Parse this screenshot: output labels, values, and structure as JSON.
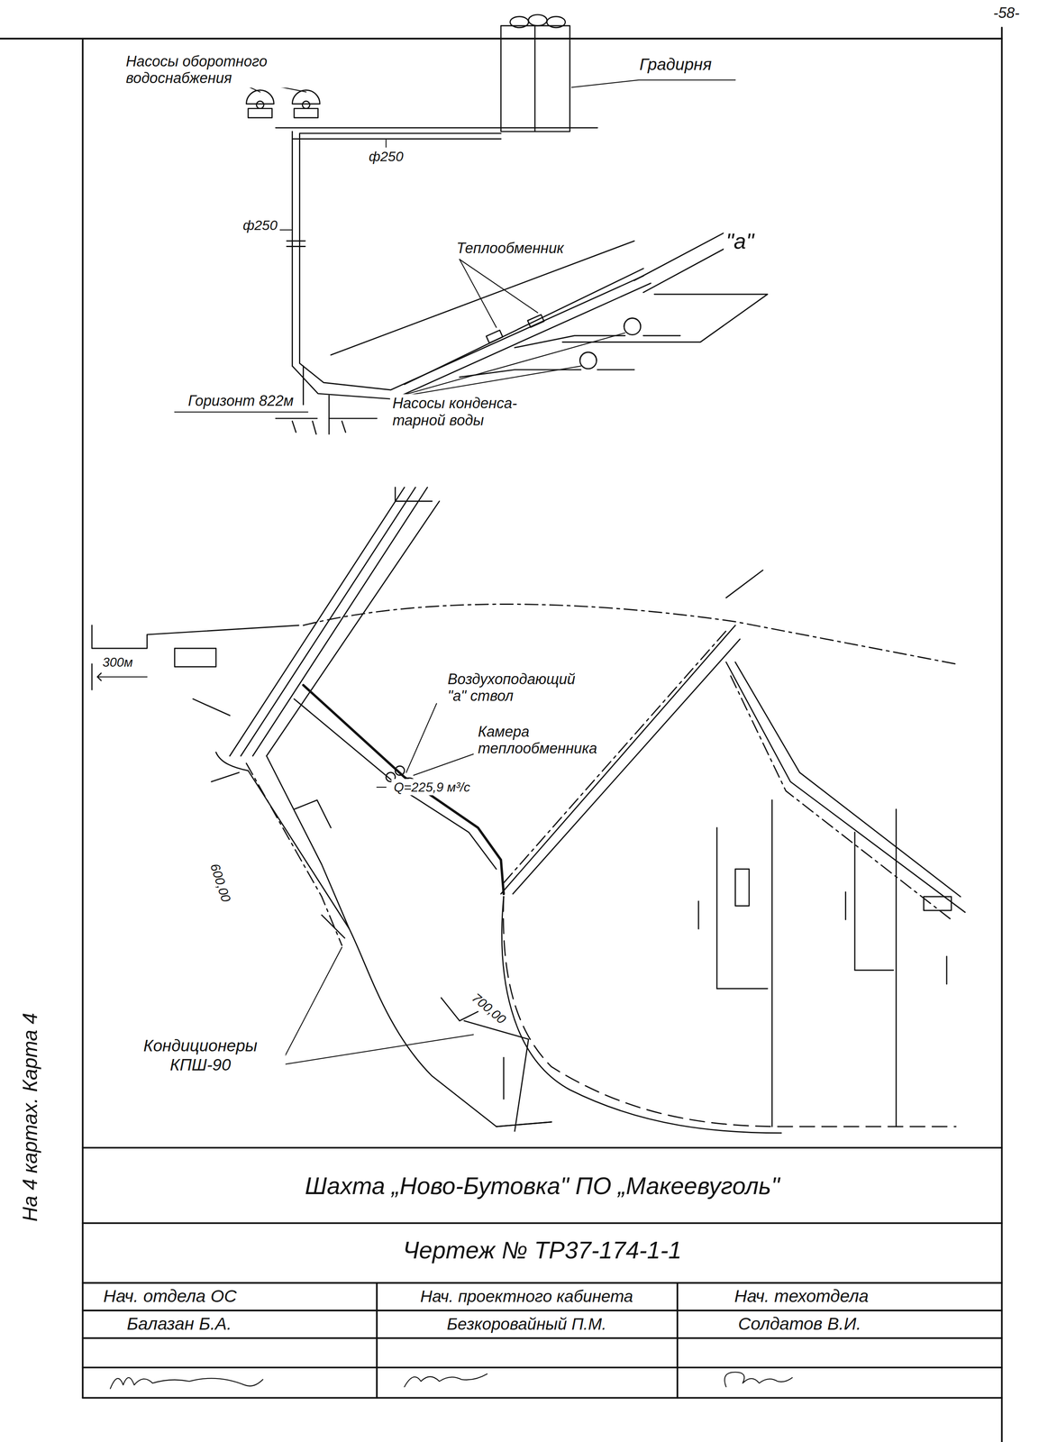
{
  "diagram": {
    "title": "Шахта „Ново-Бутовка\" ПО „Макеевуголь\"",
    "labels": [
      "-58-",
      "Насосы оборотного водоснабжения",
      "Градирня",
      "ф250",
      "ф250",
      "Теплообменник",
      "\"а\"",
      "Горизонт 822м",
      "Насосы конденса- тарной воды",
      "300м",
      "Воздухоподающий \"а\" ствол",
      "Камера теплообменника",
      "Q=225,9 м³/с",
      "600,00",
      "700,00",
      "Кондиционеры КПШ-90",
      "Чертеж № ТР37-174-1-1",
      "Нач. отдела ОС",
      "Нач. проектного кабинета",
      "Нач. техотдела",
      "Балазан Б.А.",
      "Безкоровайный П.М.",
      "Солдатов В.И.",
      "На 4 картах. Карта 4"
    ]
  }
}
